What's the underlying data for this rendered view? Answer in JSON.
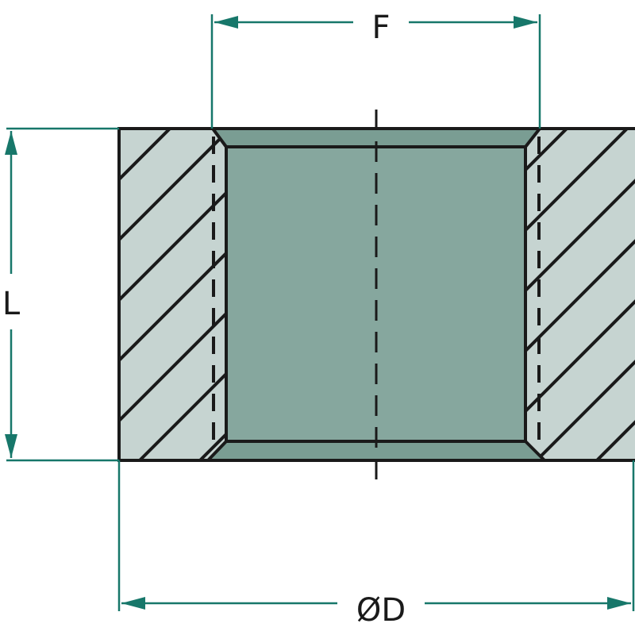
{
  "labels": {
    "width_thread": "F",
    "length": "L",
    "outer_diameter": "ØD"
  },
  "colors": {
    "body": "#c6d4d1",
    "bore": "#86a79e",
    "chamfer": "#7a9d93",
    "outline": "#1a1a1a",
    "dimension": "#17776a"
  }
}
